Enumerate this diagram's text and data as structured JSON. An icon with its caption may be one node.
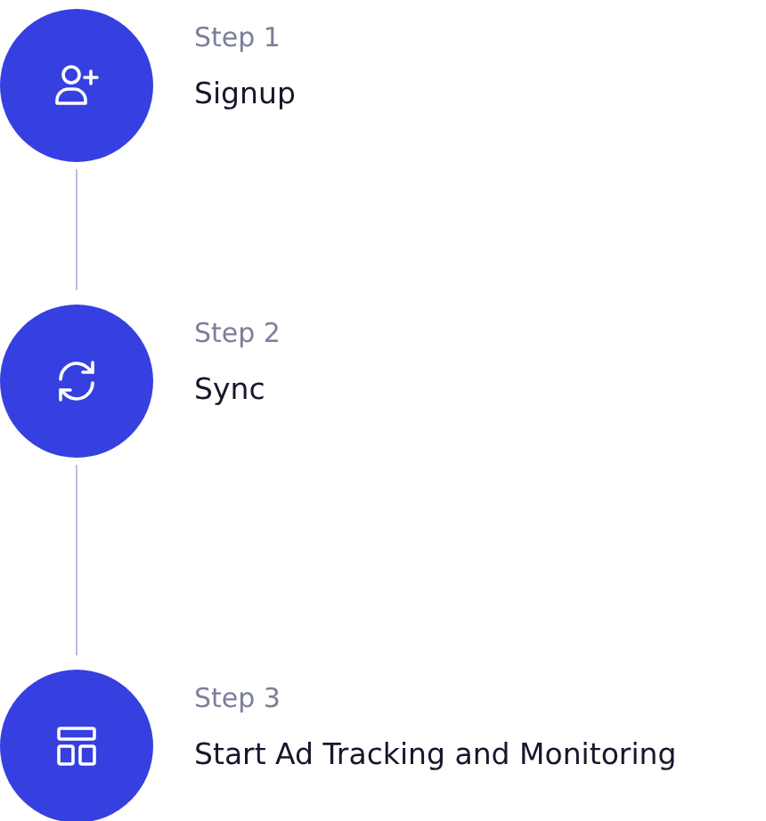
{
  "diagram": {
    "nodes": [
      {
        "text": [],
        "shape": "circle",
        "beside": [
          "Step 1",
          "Signup"
        ]
      },
      {
        "text": [],
        "shape": "circle",
        "beside": [
          "Step 2",
          "Sync"
        ]
      },
      {
        "text": [],
        "shape": "circle",
        "beside": [
          "Step 3",
          "Start Ad Tracking and Monitoring"
        ]
      }
    ],
    "edges": [
      {
        "from": 0,
        "to": 1,
        "arrow": "none"
      },
      {
        "from": 1,
        "to": 2,
        "arrow": "none"
      }
    ]
  }
}
